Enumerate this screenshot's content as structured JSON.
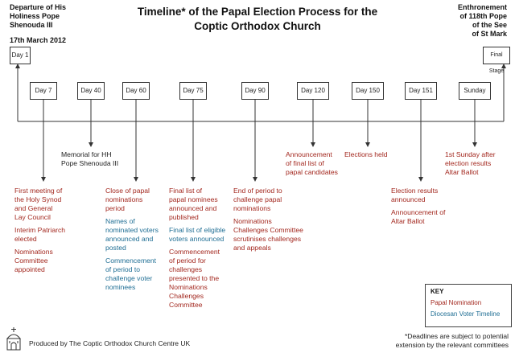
{
  "title_line1": "Timeline* of the Papal Election Process for the",
  "title_line2": "Coptic Orthodox Church",
  "left_header": {
    "line1": "Departure of His",
    "line2": "Holiness Pope",
    "line3": "Shenouda III",
    "date": "17th March 2012"
  },
  "right_header": {
    "line1": "Enthronement",
    "line2": "of 118th Pope",
    "line3": "of the See",
    "line4": "of St Mark"
  },
  "milestones": {
    "day1": "Day 1",
    "day7": "Day 7",
    "day40": "Day 40",
    "day60": "Day 60",
    "day75": "Day 75",
    "day90": "Day 90",
    "day120": "Day 120",
    "day150": "Day 150",
    "day151": "Day 151",
    "sunday": "Sunday",
    "final": "Final Stage"
  },
  "events": {
    "day7": {
      "p1": [
        "First meeting of",
        "the Holy Synod",
        "and General",
        "Lay Council"
      ],
      "p2": [
        "Interim Patriarch",
        "elected"
      ],
      "p3": [
        "Nominations",
        "Committee",
        "appointed"
      ]
    },
    "day40": [
      "Memorial for HH",
      "Pope Shenouda III"
    ],
    "day60": {
      "red": [
        "Close of papal",
        "nominations",
        "period"
      ],
      "blue1": [
        "Names of",
        "nominated voters",
        "announced and",
        "posted"
      ],
      "blue2": [
        "Commencement",
        "of period to",
        "challenge voter",
        "nominees"
      ]
    },
    "day75": {
      "red1": [
        "Final list of",
        "papal nominees",
        "announced and",
        "published"
      ],
      "blue": [
        "Final list of eligible",
        "voters announced"
      ],
      "red2": [
        "Commencement",
        "of period for",
        "challenges",
        "presented to the",
        "Nominations",
        "Challenges",
        "Committee"
      ]
    },
    "day90": {
      "p1": [
        "End of period to",
        "challenge papal",
        "nominations"
      ],
      "p2": [
        "Nominations",
        "Challenges Committee",
        "scrutinises  challenges",
        "and appeals"
      ]
    },
    "day120": [
      "Announcement",
      "of final list of",
      "papal candidates"
    ],
    "day150": [
      "Elections held"
    ],
    "day151": {
      "p1": [
        "Election results",
        "announced"
      ],
      "p2": [
        "Announcement of",
        "Altar Ballot"
      ]
    },
    "sunday": [
      "1st Sunday after",
      "election results",
      "Altar Ballot"
    ]
  },
  "key": {
    "title": "KEY",
    "papal": "Papal Nomination",
    "diocesan": "Diocesan Voter Timeline"
  },
  "colors": {
    "papal": "#a3281f",
    "diocesan": "#1f6e94",
    "line": "#333333"
  },
  "footer": "Produced by The Coptic Orthodox Church Centre UK",
  "note_line1": "*Deadlines are subject to potential",
  "note_line2": "extension by the relevant committees",
  "logo": "church-centre-logo"
}
